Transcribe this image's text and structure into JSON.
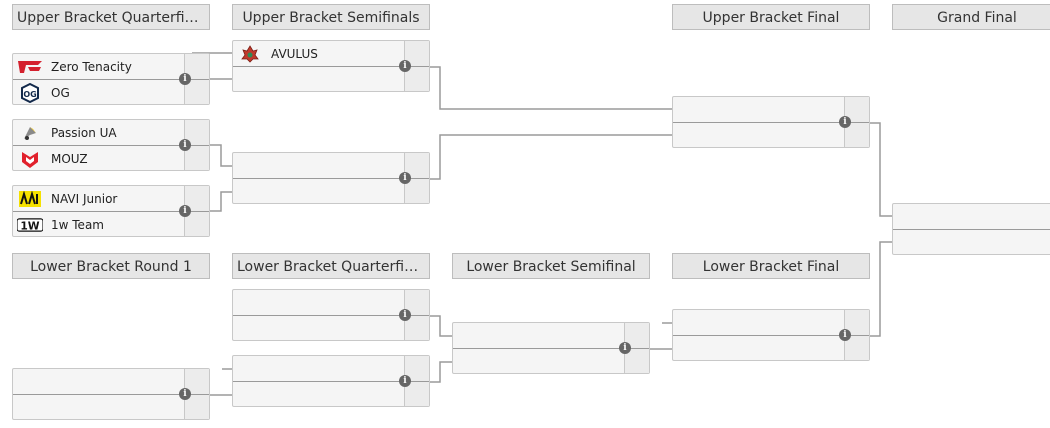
{
  "headers": {
    "ubqf": "Upper Bracket Quarterfinals",
    "ubsf": "Upper Bracket Semifinals",
    "ubf": "Upper Bracket Final",
    "gf": "Grand Final",
    "lbr1": "Lower Bracket Round 1",
    "lbqf": "Lower Bracket Quarterfinals",
    "lbsf": "Lower Bracket Semifinal",
    "lbf": "Lower Bracket Final"
  },
  "matches": {
    "ubqf1": {
      "team1": "Zero Tenacity",
      "team2": "OG"
    },
    "ubqf2": {
      "team1": "Passion UA",
      "team2": "MOUZ"
    },
    "ubqf3": {
      "team1": "NAVI Junior",
      "team2": "1w Team"
    },
    "ubsf1": {
      "team1": "AVULUS",
      "team2": ""
    }
  },
  "info_glyph": "i",
  "colors": {
    "header_bg": "#e6e6e6",
    "match_bg": "#f5f5f5",
    "line": "#9a9a9a"
  },
  "icons": {
    "zero_tenacity": "zero-tenacity-logo",
    "og": "og-logo",
    "passion": "passion-ua-logo",
    "mouz": "mouz-logo",
    "navi": "navi-junior-logo",
    "oneW": "1w-team-logo",
    "avulus": "avulus-logo"
  }
}
